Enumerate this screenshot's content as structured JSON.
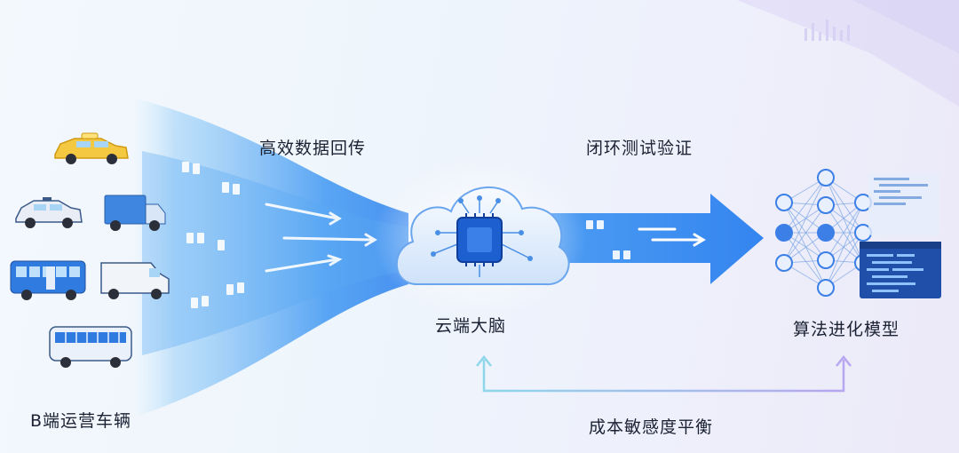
{
  "labels": {
    "vehicles": "B端运营车辆",
    "data_return": "高效数据回传",
    "cloud_brain": "云端大脑",
    "closed_loop": "闭环测试验证",
    "model": "算法进化模型",
    "balance": "成本敏感度平衡"
  },
  "vehicles": [
    {
      "kind": "taxi-icon"
    },
    {
      "kind": "car-icon"
    },
    {
      "kind": "delivery-truck-icon"
    },
    {
      "kind": "city-bus-icon"
    },
    {
      "kind": "van-icon"
    },
    {
      "kind": "coach-bus-icon"
    }
  ],
  "colors": {
    "flow_blue": "#2a86f0",
    "arrow_blue": "#1f7ff0",
    "cloud_blue": "#4a90e2",
    "chip_blue": "#1e5fd0",
    "neural_blue": "#3c7fe6",
    "feedback_left": "#8fd6ea",
    "feedback_right": "#b7a6f0",
    "taxi_yellow": "#f5c842"
  }
}
